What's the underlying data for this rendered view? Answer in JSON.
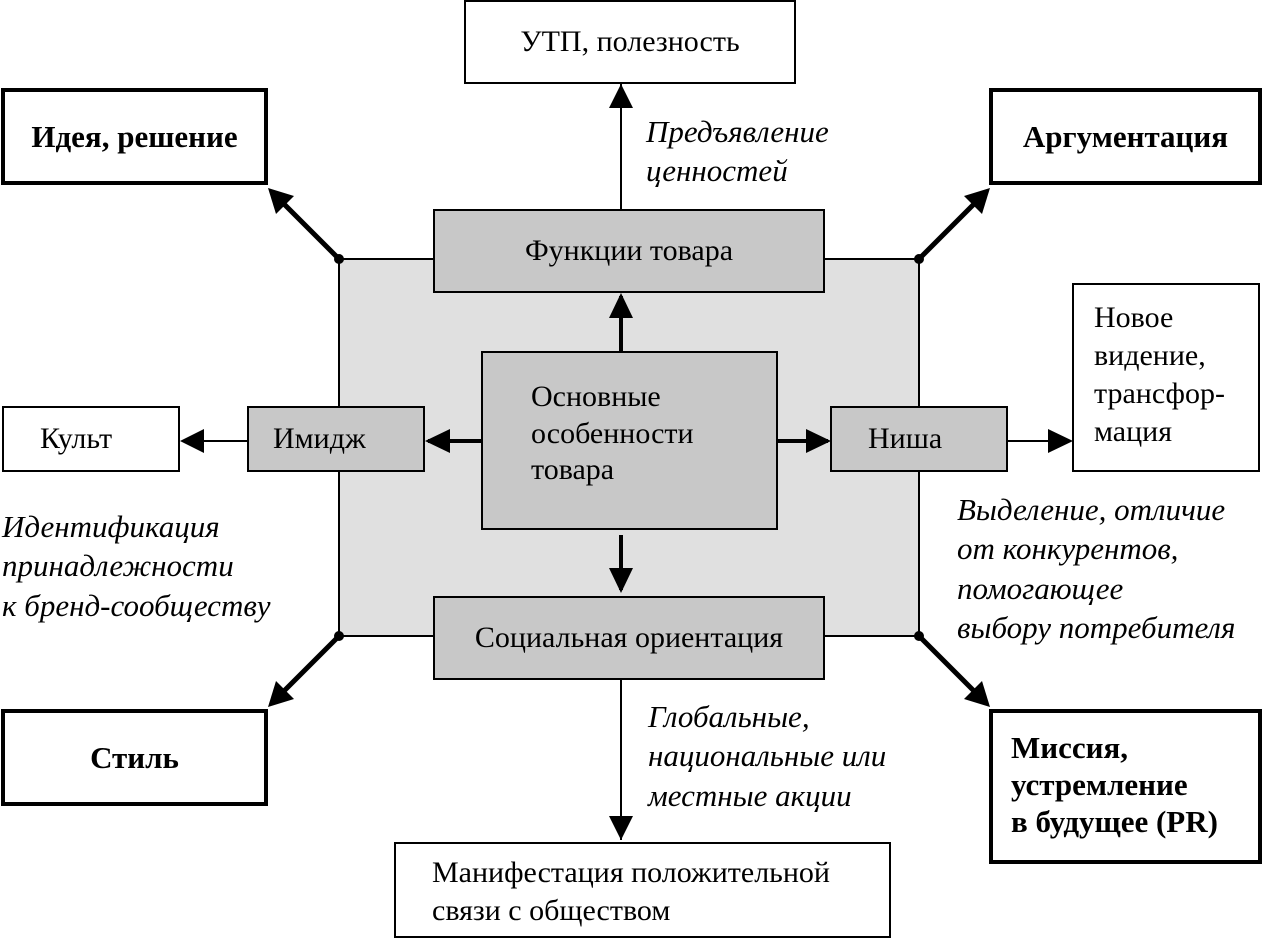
{
  "nodes": {
    "utp": "УТП, полезность",
    "idea": "Идея, решение",
    "argumentation": "Аргументация",
    "functions": "Функции товара",
    "new_vision": [
      "Новое",
      "видение,",
      "трансфор-",
      "мация"
    ],
    "cult": "Культ",
    "image": "Имидж",
    "core": [
      "Основные",
      "особенности",
      "товара"
    ],
    "niche": "Ниша",
    "social": "Социальная ориентация",
    "style": "Стиль",
    "mission": [
      "Миссия,",
      "устремление",
      "в будущее (PR)"
    ],
    "manifest": [
      "Манифестация положительной",
      "связи с обществом"
    ]
  },
  "notes": {
    "values": [
      "Предъявление",
      "ценностей"
    ],
    "identification": [
      "Идентификация",
      "принадлежности",
      "к бренд-сообществу"
    ],
    "distinction": [
      "Выделение, отличие",
      "от конкурентов,",
      "помогающее",
      "выбору потребителя"
    ],
    "actions": [
      "Глобальные,",
      "национальные или",
      "местные акции"
    ]
  },
  "colors": {
    "core_area": "#e0e0e0",
    "node_fill": "#c8c8c8",
    "line": "#000000"
  }
}
